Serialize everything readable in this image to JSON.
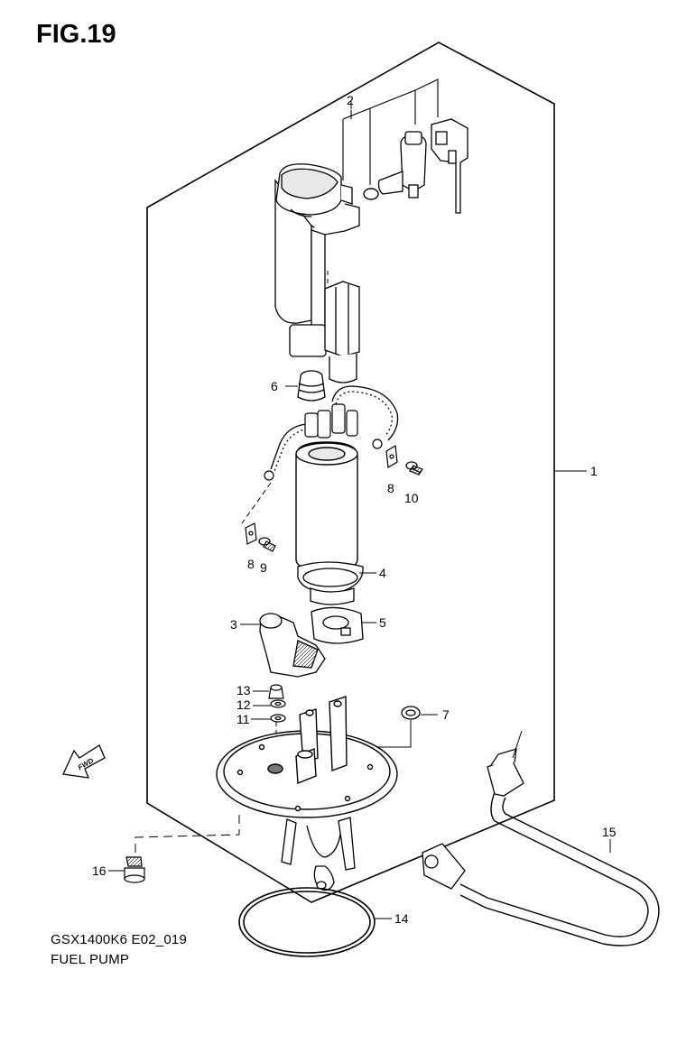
{
  "figure": {
    "title": "FIG.19",
    "model_code": "GSX1400K6 E02_019",
    "assembly_name": "FUEL PUMP",
    "fwd_label": "FWD"
  },
  "callouts": [
    "1",
    "2",
    "3",
    "4",
    "5",
    "6",
    "7",
    "8",
    "8",
    "9",
    "10",
    "11",
    "12",
    "13",
    "14",
    "15",
    "16"
  ],
  "colors": {
    "line": "#000000",
    "fill": "#ffffff",
    "shade": "#d0d0d0"
  }
}
